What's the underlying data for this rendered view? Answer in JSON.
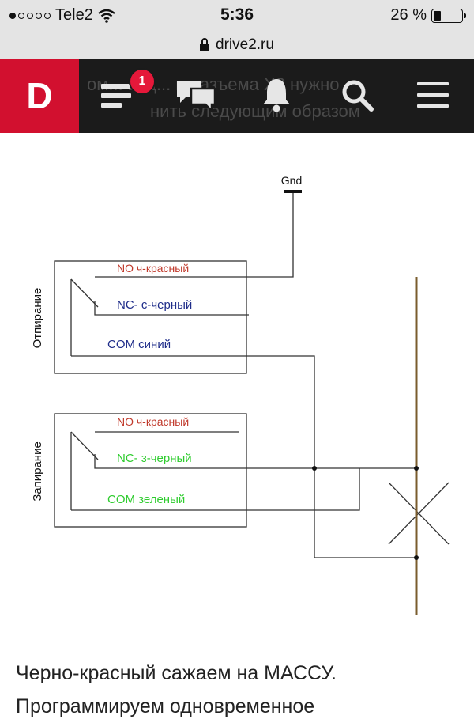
{
  "status_bar": {
    "carrier": "Tele2",
    "time": "5:36",
    "battery": "26 %",
    "battery_level": 0.26
  },
  "url_bar": {
    "domain": "drive2.ru"
  },
  "nav": {
    "logo": "D",
    "notification_count": "1",
    "background_text": [
      "",
      "ом... вод... и разъема X2 нужно",
      "нить следующим образом"
    ]
  },
  "diagram": {
    "gnd": "Gnd",
    "block1": {
      "label": "Отпирание",
      "no": "NO ч-красный",
      "nc": "NC- с-черный",
      "com": "COM синий"
    },
    "block2": {
      "label": "Запирание",
      "no": "NO ч-красный",
      "nc": "NC- з-черный",
      "com": "COM зеленый"
    }
  },
  "article": {
    "line1": "Черно-красный сажаем на МАССУ.",
    "line2": "Программируем одновременное"
  },
  "colors": {
    "brand_red": "#d2102f",
    "nav_bg": "#1b1b1b",
    "wire_red": "#c0392b",
    "wire_blue": "#1f2d8a",
    "wire_green": "#2ecc2e",
    "rod": "#7a5c2e"
  }
}
